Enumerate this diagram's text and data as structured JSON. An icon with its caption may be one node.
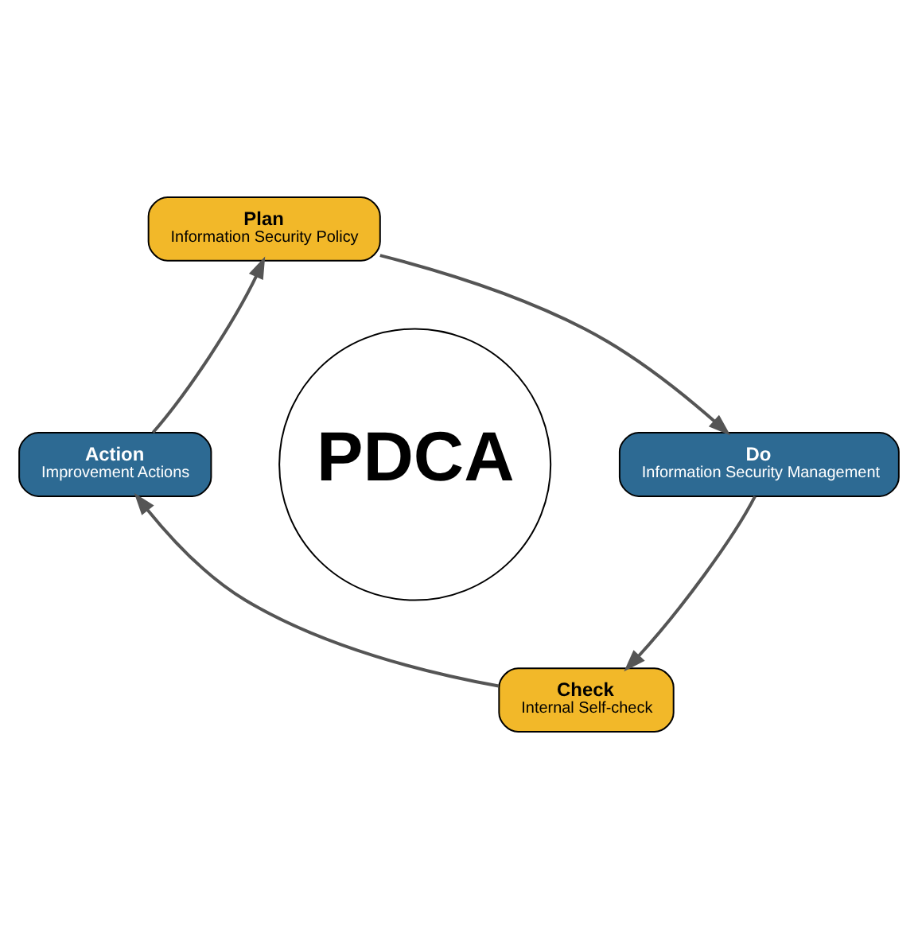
{
  "diagram": {
    "nodes": [
      {
        "text": [
          "Plan",
          "Information Security Policy"
        ]
      },
      {
        "text": [
          "Do",
          "Information Security Management"
        ]
      },
      {
        "text": [
          "Check",
          "Internal Self-check"
        ]
      },
      {
        "text": [
          "Action",
          "Improvement Actions"
        ]
      },
      {
        "text": [
          "PDCA"
        ]
      }
    ],
    "edges": [
      {
        "from": 0,
        "to": 1,
        "arrow": "to"
      },
      {
        "from": 1,
        "to": 2,
        "arrow": "to"
      },
      {
        "from": 2,
        "to": 3,
        "arrow": "to"
      },
      {
        "from": 3,
        "to": 0,
        "arrow": "to"
      }
    ]
  }
}
